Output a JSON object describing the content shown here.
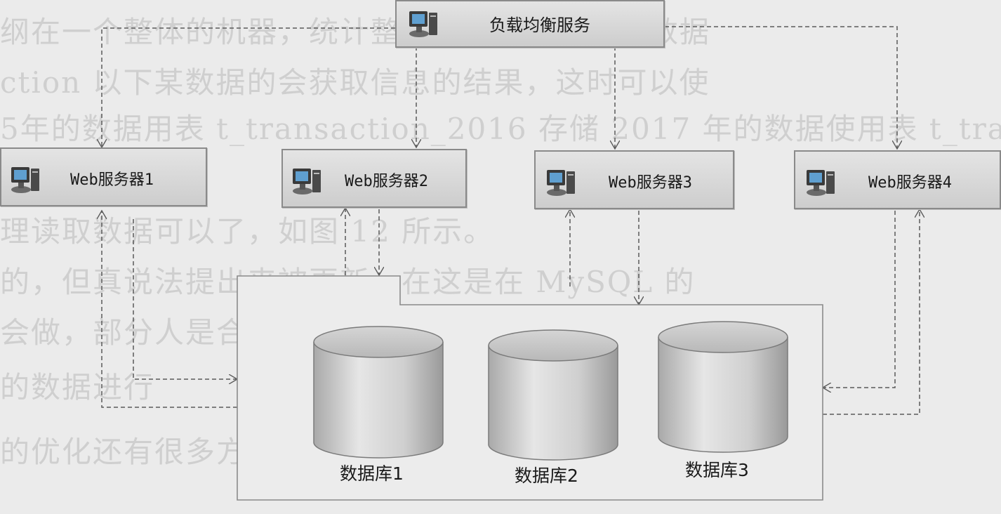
{
  "load_balancer": {
    "label": "负载均衡服务"
  },
  "web_servers": [
    {
      "label": "Web服务器1"
    },
    {
      "label": "Web服务器2"
    },
    {
      "label": "Web服务器3"
    },
    {
      "label": "Web服务器4"
    }
  ],
  "databases": [
    {
      "label": "数据库1"
    },
    {
      "label": "数据库2"
    },
    {
      "label": "数据库3"
    }
  ],
  "icons": {
    "server": "computer-icon",
    "database": "database-cylinder-icon"
  },
  "colors": {
    "background": "#ebebeb",
    "node_fill": "#d6d6d6",
    "line": "#5a5a5a"
  }
}
